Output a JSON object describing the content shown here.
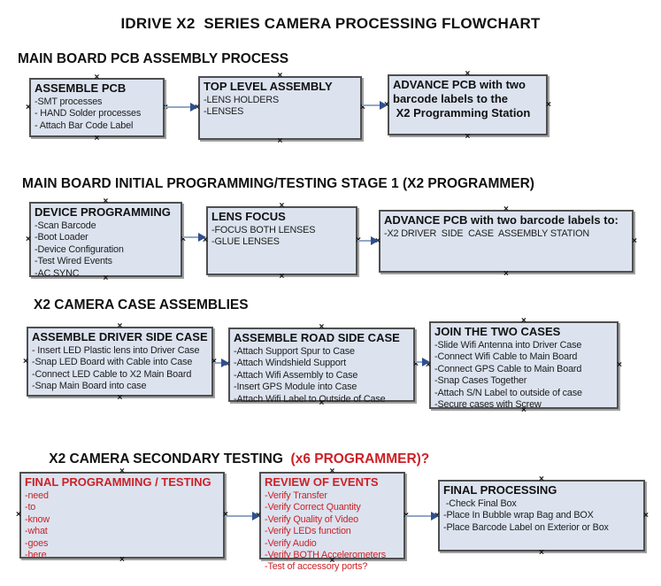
{
  "title": "IDRIVE X2  SERIES CAMERA PROCESSING FLOWCHART",
  "glyphs": {
    "connection_point": "×"
  },
  "colors": {
    "box_fill": "#dce3ef",
    "box_border": "#4f4f4f",
    "red_text": "#cc2127",
    "connector_line": "#92a7c6",
    "connector_arrow": "#2f4f8f"
  },
  "sections": [
    {
      "header": "MAIN BOARD PCB ASSEMBLY PROCESS",
      "boxes": [
        {
          "title": "ASSEMBLE PCB",
          "items": [
            "-SMT processes",
            "- HAND Solder processes",
            "- Attach Bar Code Label"
          ]
        },
        {
          "title": "TOP LEVEL ASSEMBLY",
          "items": [
            "-LENS HOLDERS",
            "-LENSES"
          ]
        },
        {
          "title": "ADVANCE PCB with two\nbarcode labels to the\n X2 Programming Station",
          "items": []
        }
      ]
    },
    {
      "header": "MAIN BOARD INITIAL PROGRAMMING/TESTING STAGE 1 (X2 PROGRAMMER)",
      "boxes": [
        {
          "title": "DEVICE PROGRAMMING",
          "items": [
            "-Scan Barcode",
            "-Boot Loader",
            "-Device Configuration",
            "-Test Wired Events",
            "-AC SYNC"
          ]
        },
        {
          "title": "LENS FOCUS",
          "items": [
            "-FOCUS BOTH LENSES",
            "-GLUE LENSES"
          ]
        },
        {
          "title": "ADVANCE PCB with two barcode labels to:",
          "items": [
            "-X2 DRIVER  SIDE  CASE  ASSEMBLY STATION"
          ]
        }
      ]
    },
    {
      "header": "X2 CAMERA CASE ASSEMBLIES",
      "boxes": [
        {
          "title": "ASSEMBLE DRIVER SIDE CASE",
          "items": [
            "- Insert LED Plastic lens into Driver Case",
            "-Snap LED Board with Cable into Case",
            "-Connect LED Cable to X2 Main Board",
            "-Snap Main Board into case"
          ]
        },
        {
          "title": "ASSEMBLE ROAD SIDE CASE",
          "items": [
            "-Attach Support Spur to Case",
            "-Attach Windshield Support",
            "-Attach Wifi Assembly to Case",
            "-Insert GPS Module into Case",
            "-Attach Wifi Label to Outside of Case"
          ]
        },
        {
          "title": "JOIN THE TWO CASES",
          "items": [
            "-Slide Wifi Antenna into Driver Case",
            "-Connect Wifi Cable to Main Board",
            "-Connect GPS Cable to Main Board",
            "-Snap Cases Together",
            "-Attach S/N Label to outside of case",
            "-Secure cases with Screw"
          ]
        }
      ]
    },
    {
      "header": "X2 CAMERA SECONDARY TESTING ",
      "header_red": " (x6 PROGRAMMER)?",
      "boxes": [
        {
          "title": "FINAL PROGRAMMING / TESTING",
          "items": [
            "-need",
            "-to",
            "-know",
            "-what",
            "-goes",
            "-here"
          ]
        },
        {
          "title": "REVIEW OF EVENTS",
          "items": [
            "-Verify Transfer",
            "-Verify Correct Quantity",
            "-Verify Quality of Video",
            "-Verify LEDs function",
            "-Verify Audio",
            "-Verify BOTH Accelerometers",
            "-Test of accessory ports?"
          ]
        },
        {
          "title": "FINAL PROCESSING",
          "items": [
            " -Check Final Box",
            "-Place In Bubble wrap Bag and BOX",
            "-Place Barcode Label on Exterior or Box"
          ]
        }
      ]
    }
  ]
}
